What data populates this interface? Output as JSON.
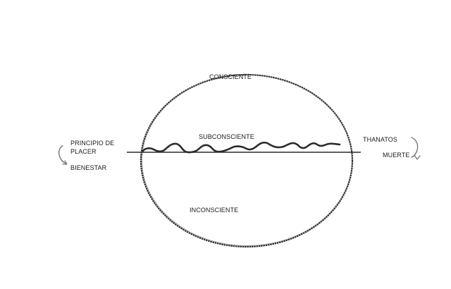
{
  "diagram": {
    "zones": {
      "top": "CONSCIENTE",
      "middle": "SUBCONSCIENTE",
      "bottom": "INCONSCIENTE"
    },
    "left": {
      "principle": "PRINCIPIO DE PLACER",
      "result": "BIENESTAR"
    },
    "right": {
      "principle": "THANATOS",
      "result": "MUERTE"
    }
  }
}
